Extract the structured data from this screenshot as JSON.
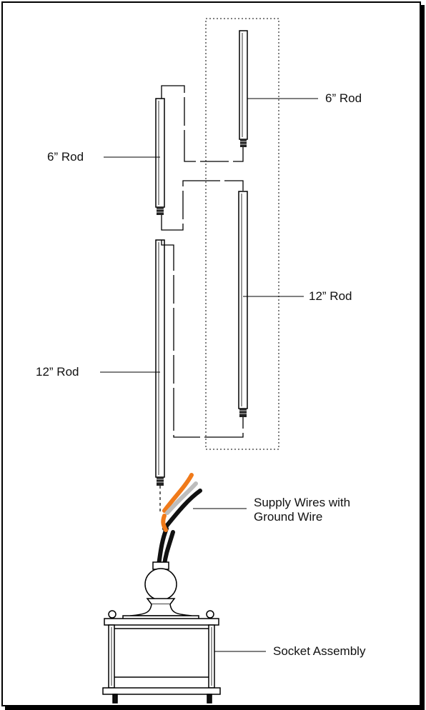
{
  "labels": {
    "rod6_top": "6” Rod",
    "rod6_left": "6” Rod",
    "rod12_right": "12” Rod",
    "rod12_left": "12” Rod",
    "supply_wires_line1": "Supply Wires with",
    "supply_wires_line2": "Ground Wire",
    "socket_assembly": "Socket Assembly"
  },
  "colors": {
    "line": "#111111",
    "orange_wire": "#f07a1a",
    "white_wire": "#bdbdbd",
    "black_wire": "#111111"
  }
}
